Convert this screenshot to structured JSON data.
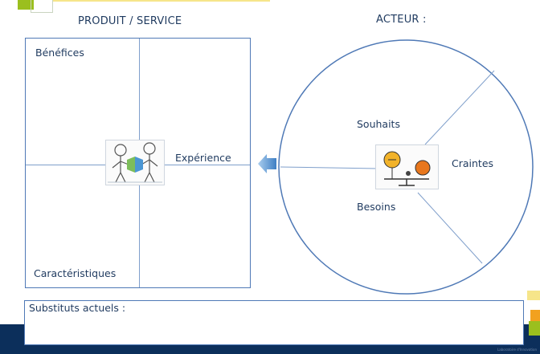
{
  "product_section": {
    "title": "PRODUIT / SERVICE",
    "quadrants": {
      "top_left": "Bénéfices",
      "bottom_left": "Caractéristiques",
      "right": "Expérience"
    },
    "illustration_icon": "people-connecting-icon"
  },
  "actor_section": {
    "title": "ACTEUR :",
    "labels": {
      "wishes": "Souhaits",
      "fears": "Craintes",
      "needs": "Besoins"
    },
    "illustration_icon": "balance-scale-icon"
  },
  "substitutes": {
    "label": "Substituts actuels :"
  },
  "footer": {
    "note": "Laboratoire d'Innovation"
  },
  "colors": {
    "primary": "#4f79b6",
    "text": "#1f3a5f",
    "dark_navy": "#0c2f5b",
    "accent_green": "#9bbf1e",
    "accent_yellow": "#f6e58a",
    "accent_orange": "#f2a11f",
    "arrow": "#4a86c8"
  }
}
